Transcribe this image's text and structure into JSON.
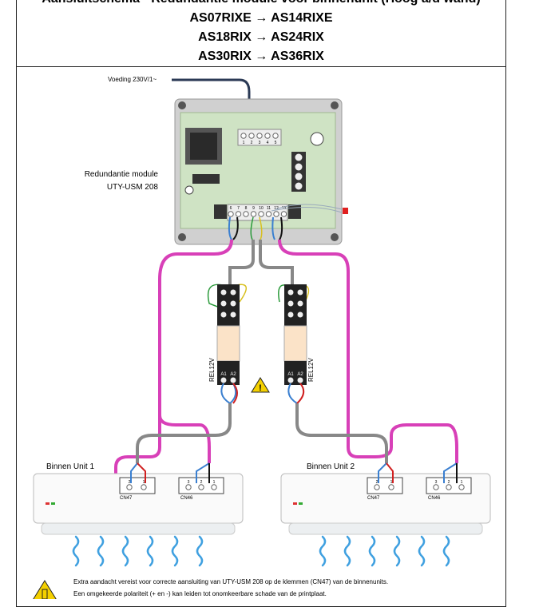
{
  "header": {
    "line0": "Aansluitschema - Redundantie module voor binnenunit (Hoog a/d wand)",
    "line1": "AS07RIXE → AS14RIXE",
    "line2": "AS18RIX → AS24RIX",
    "line3": "AS30RIX → AS36RIX"
  },
  "labels": {
    "power": "Voeding 230V/1~",
    "module_name": "Redundantie module",
    "module_model": "UTY-USM 208",
    "relay": "REL12V",
    "unit1": "Binnen Unit 1",
    "unit2": "Binnen Unit 2",
    "cn47": "CN47",
    "cn46": "CN46",
    "relay_a1": "A1",
    "relay_a2": "A2"
  },
  "terminals": {
    "top_row": [
      "1",
      "2",
      "3",
      "4",
      "5"
    ],
    "bottom_row": [
      "6",
      "7",
      "8",
      "9",
      "10",
      "11",
      "12",
      "13"
    ],
    "cn47": [
      "2",
      "1"
    ],
    "cn46": [
      "3",
      "2",
      "1"
    ]
  },
  "notes": {
    "line1": "Extra aandacht vereist voor correcte aansluiting van UTY-USM 208 op de klemmen (CN47) van de binnenunits.",
    "line2": "Een omgekeerde polariteit (+ en -) kan leiden tot onomkeerbare schade van de printplaat."
  },
  "colors": {
    "board": "#cfe3c4",
    "housing": "#d0d0d0",
    "wire_pink": "#d840b8",
    "wire_grey": "#888888",
    "wire_blue": "#3a7fd0",
    "wire_red": "#d02020",
    "wire_black": "#111111",
    "wire_green": "#2a9a3a",
    "airflow": "#3fa0e0",
    "warning": "#f4d000"
  }
}
